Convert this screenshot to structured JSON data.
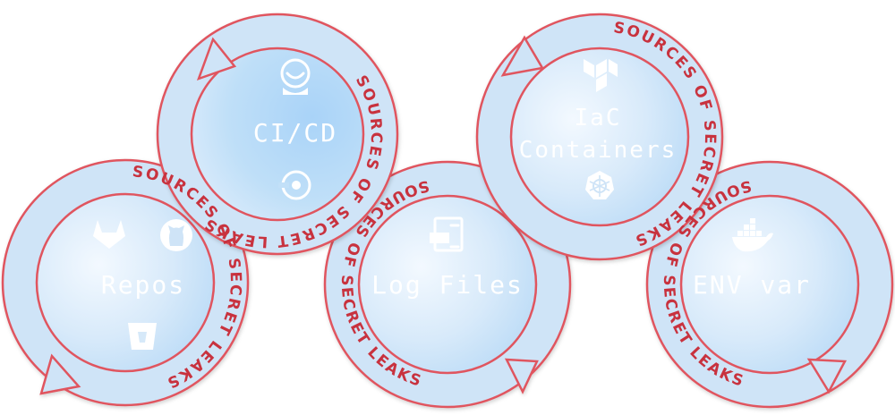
{
  "ring_caption": "SOURCES OF SECRET LEAKS",
  "nodes": {
    "cicd": {
      "label": "CI/CD",
      "icons": [
        "jenkins-icon",
        "circleci-icon"
      ]
    },
    "repos": {
      "label": "Repos",
      "icons": [
        "gitlab-icon",
        "github-icon",
        "bitbucket-icon"
      ]
    },
    "logs": {
      "label": "Log Files",
      "icons": [
        "log-file-icon"
      ]
    },
    "iac": {
      "label_line1": "IaC",
      "label_line2": "Containers",
      "icons": [
        "terraform-icon",
        "kubernetes-icon"
      ]
    },
    "env": {
      "label": "ENV var",
      "icons": [
        "docker-icon"
      ]
    }
  },
  "colors": {
    "ring_fill": "#cfe4f7",
    "ring_stroke": "#e0545f",
    "caption": "#c8323e",
    "disc_light": "#eaf4fd",
    "disc_dark": "#b6d9f7",
    "text": "#ffffff"
  }
}
